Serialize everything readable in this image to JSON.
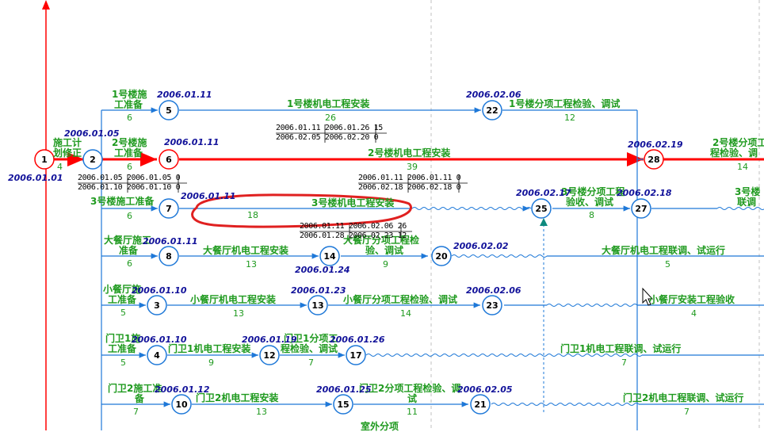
{
  "nodes": [
    {
      "id": "1",
      "critical": true
    },
    {
      "id": "2",
      "critical": false
    },
    {
      "id": "5",
      "critical": false
    },
    {
      "id": "6",
      "critical": false
    },
    {
      "id": "7",
      "critical": false
    },
    {
      "id": "8",
      "critical": false
    },
    {
      "id": "3",
      "critical": false
    },
    {
      "id": "4",
      "critical": false
    },
    {
      "id": "10",
      "critical": false
    },
    {
      "id": "22",
      "critical": false
    },
    {
      "id": "28",
      "critical": true
    },
    {
      "id": "25",
      "critical": false
    },
    {
      "id": "27",
      "critical": false
    },
    {
      "id": "14",
      "critical": false
    },
    {
      "id": "20",
      "critical": false
    },
    {
      "id": "13",
      "critical": false
    },
    {
      "id": "23",
      "critical": false
    },
    {
      "id": "12",
      "critical": false
    },
    {
      "id": "17",
      "critical": false
    },
    {
      "id": "15",
      "critical": false
    },
    {
      "id": "21",
      "critical": false
    }
  ],
  "labels": {
    "t1_name": "施工计",
    "t1_name2": "划修正",
    "t1_dur": "4",
    "t2_name": "1号楼施",
    "t2_name2": "工准备",
    "t2_dur": "6",
    "t3_name": "2号楼施",
    "t3_name2": "工准备",
    "t3_dur": "6",
    "t4_name": "3号楼施工准备",
    "t4_dur": "6",
    "t5_name": "大餐厅施工",
    "t5_name2": "准备",
    "t5_dur": "6",
    "t6_name": "小餐厅施",
    "t6_name2": "工准备",
    "t6_dur": "5",
    "t7_name": "门卫1施",
    "t7_name2": "工准备",
    "t7_dur": "5",
    "t8_name": "门卫2施工准",
    "t8_name2": "备",
    "t8_dur": "7",
    "t9_name": "1号楼机电工程安装",
    "t9_dur": "26",
    "t10_name": "2号楼机电工程安装",
    "t10_dur": "39",
    "t11_name": "3号楼机电工程安装",
    "t11_dur": "18",
    "t12_name": "大餐厅机电工程安装",
    "t12_dur": "13",
    "t13_name": "小餐厅机电工程安装",
    "t13_dur": "13",
    "t14_name": "门卫1机电工程安装",
    "t14_dur": "9",
    "t15_name": "门卫2机电工程安装",
    "t15_dur": "13",
    "t16_name": "1号楼分项工程检验、调试",
    "t16_dur": "12",
    "t17_name": "2号楼分项工",
    "t17_name2": "程检验、调",
    "t17_dur": "14",
    "t18_name": "3号楼分项工程",
    "t18_name2": "验收、调试",
    "t18_dur": "8",
    "t19_name": "3号楼",
    "t19_name2": "联调",
    "t20_name": "大餐厅分项工程检",
    "t20_name2": "验、调试",
    "t20_dur": "9",
    "t21_name": "大餐厅机电工程联调、试运行",
    "t21_dur": "5",
    "t22_name": "小餐厅分项工程检验、调试",
    "t22_dur": "14",
    "t23_name": "小餐厅安装工程验收",
    "t23_dur": "4",
    "t24_name": "门卫1分项工",
    "t24_name2": "程检验、调试",
    "t24_dur": "7",
    "t25_name": "门卫1机电工程联调、试运行",
    "t25_dur": "7",
    "t26_name": "门卫2分项工程检验、调",
    "t26_name2": "试",
    "t26_dur": "11",
    "t27_name": "门卫2机电工程联调、试运行",
    "t27_dur": "7",
    "t28_name": "室外分项"
  },
  "dates": {
    "d_0101": "2006.01.01",
    "d_0105": "2006.01.05",
    "d_0111a": "2006.01.11",
    "d_0111b": "2006.01.11",
    "d_0111c": "2006.01.11",
    "d_0111d": "2006.01.11",
    "d_0206": "2006.02.06",
    "d_0219": "2006.02.19",
    "d_0217": "2006.02.17",
    "d_0218": "2006.02.18",
    "d_0202": "2006.02.02",
    "d_0124": "2006.01.24",
    "d_0110a": "2006.01.10",
    "d_0123": "2006.01.23",
    "d_0206b": "2006.02.06",
    "d_0110b": "2006.01.10",
    "d_0119": "2006.01.19",
    "d_0126": "2006.01.26",
    "d_0112": "2006.01.12",
    "d_0125": "2006.01.25",
    "d_0205": "2006.02.05"
  },
  "timetables": {
    "tt1_r1": "2006.01.11|2006.01.26|15",
    "tt1_r2": "2006.02.05|2006.02.20|0",
    "tt2_r1": "2006.01.05|2006.01.05|0",
    "tt2_r2": "2006.01.10|2006.01.10|0",
    "tt3_r1": "2006.01.11|2006.01.11|0",
    "tt3_r2": "2006.02.18|2006.02.18|0",
    "tt4_r1": "2006.01.11|2006.02.06|26",
    "tt4_r2": "2006.01.28|2006.02.23|12"
  },
  "colors": {
    "critical": "#ff0000",
    "normal": "#1e78d8",
    "text": "#1f9a1f",
    "date": "#12129a",
    "highlight": "#e02020",
    "dashed": "#b8b8b8"
  }
}
